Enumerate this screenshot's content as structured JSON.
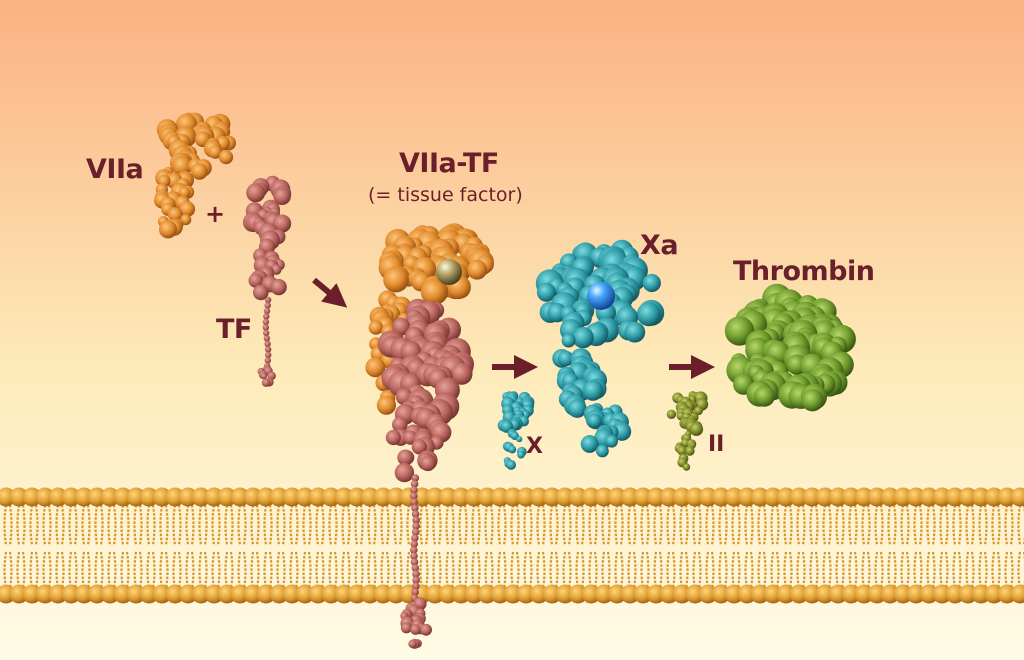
{
  "labels": {
    "viia": "VIIa",
    "plus": "+",
    "tf": "TF",
    "viia_tf": "VIIa-TF",
    "tissue_factor": "(= tissue factor)",
    "xa": "Xa",
    "x": "X",
    "thrombin": "Thrombin",
    "ii": "II"
  },
  "colors": {
    "background_top": "#fbb183",
    "background_bottom": "#fffbe6",
    "label_text": "#6b1f2a",
    "arrow": "#6b1f2a",
    "membrane": "#d8952a",
    "factor_viia": "#e08a2c",
    "tissue_factor": "#b8655e",
    "factor_x": "#2f9ca7",
    "factor_ii": "#7e8a2a",
    "thrombin": "#6e9a2c",
    "active_site_viia": "#a89560",
    "active_site_xa": "#1d6fd0"
  }
}
